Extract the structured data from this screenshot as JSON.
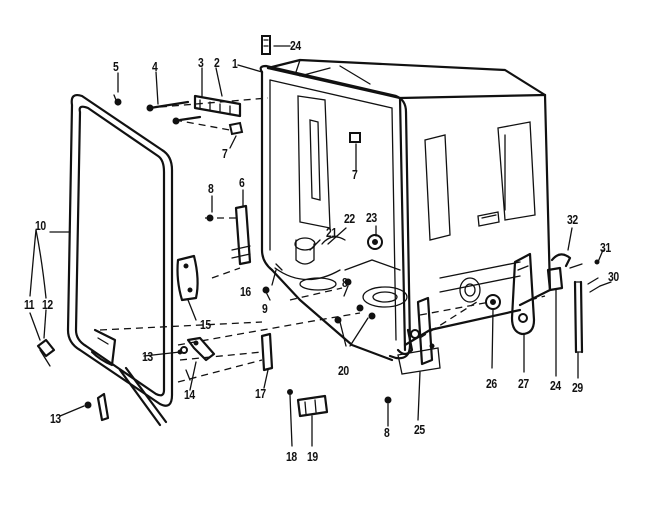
{
  "callouts": {
    "c1": "1",
    "c2": "2",
    "c3": "3",
    "c4": "4",
    "c5": "5",
    "c6": "6",
    "c7a": "7",
    "c7b": "7",
    "c8a": "8",
    "c8b": "8",
    "c8c": "8",
    "c9": "9",
    "c10": "10",
    "c11": "11",
    "c12": "12",
    "c13a": "13",
    "c13b": "13",
    "c14": "14",
    "c15": "15",
    "c16": "16",
    "c17": "17",
    "c18": "18",
    "c19": "19",
    "c20": "20",
    "c21": "21",
    "c22": "22",
    "c23": "23",
    "c24a": "24",
    "c24b": "24",
    "c25": "25",
    "c26": "26",
    "c27": "27",
    "c29": "29",
    "c30": "30",
    "c31": "31",
    "c32": "32"
  }
}
